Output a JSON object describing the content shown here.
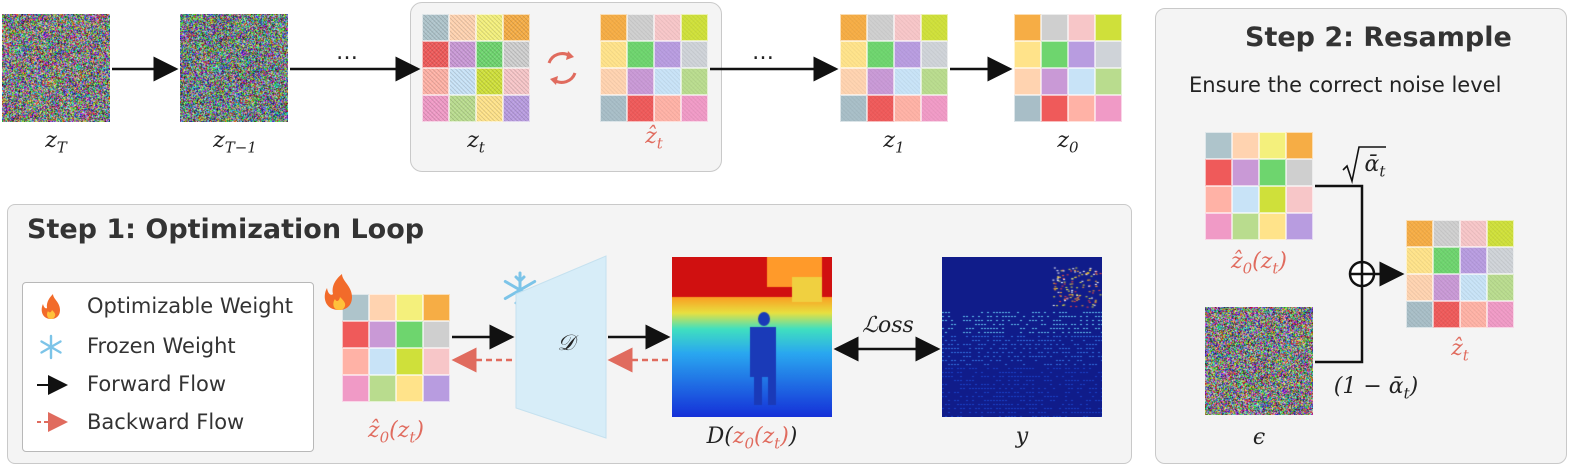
{
  "top_row": {
    "labels": [
      "z_T",
      "z_{T−1}",
      "z_t",
      "ẑ_t",
      "z_1",
      "z_0"
    ],
    "ellipsis": "…"
  },
  "step1": {
    "title": "Step 1: Optimization Loop",
    "legend": {
      "optimizable": "Optimizable Weight",
      "frozen": "Frozen Weight",
      "forward": "Forward Flow",
      "backward": "Backward Flow"
    },
    "decoder_symbol": "𝒟",
    "loss_label": "ℒoss",
    "latent_label": "ẑ₀(z_t)",
    "depth_label": "D(z₀(z_t))",
    "target_label": "y"
  },
  "step2": {
    "title": "Step 2: Resample",
    "subtitle": "Ensure the correct noise level",
    "sqrt_label": "√ᾱ_t",
    "one_minus_label": "(1 − ᾱ_t)",
    "latent_label": "ẑ₀(z_t)",
    "noise_label": "ϵ",
    "output_label": "ẑ_t"
  },
  "colors": {
    "accent_red": "#e06b5e",
    "panel_bg": "#f4f4f4",
    "border": "#c9c9c9"
  },
  "icons": [
    "fire-icon",
    "snowflake-icon",
    "cycle-icon",
    "plus-circle-icon"
  ]
}
